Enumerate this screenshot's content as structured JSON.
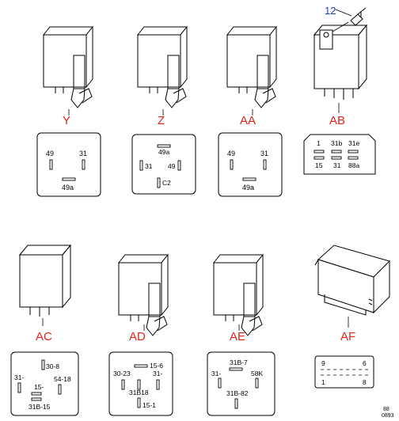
{
  "reference_label": "12",
  "footer_code": "88\n0893",
  "relays": [
    {
      "id": "Y",
      "pins": [
        "49",
        "31",
        "49a"
      ]
    },
    {
      "id": "Z",
      "pins": [
        "49a",
        "31",
        "49",
        "C2"
      ]
    },
    {
      "id": "AA",
      "pins": [
        "49",
        "31",
        "49a"
      ]
    },
    {
      "id": "AB",
      "pins": [
        "1",
        "31b",
        "31e",
        "15",
        "31",
        "88a"
      ]
    },
    {
      "id": "AC",
      "pins": [
        "30-8",
        "31-",
        "54-18",
        "15-",
        "31B-15"
      ]
    },
    {
      "id": "AD",
      "pins": [
        "15-6",
        "30-23",
        "31-",
        "31B18",
        "15-1"
      ]
    },
    {
      "id": "AE",
      "pins": [
        "31B-7",
        "31-",
        "58K",
        "31B-82"
      ]
    },
    {
      "id": "AF",
      "pins": [
        "9",
        "6",
        "1",
        "8"
      ]
    }
  ]
}
